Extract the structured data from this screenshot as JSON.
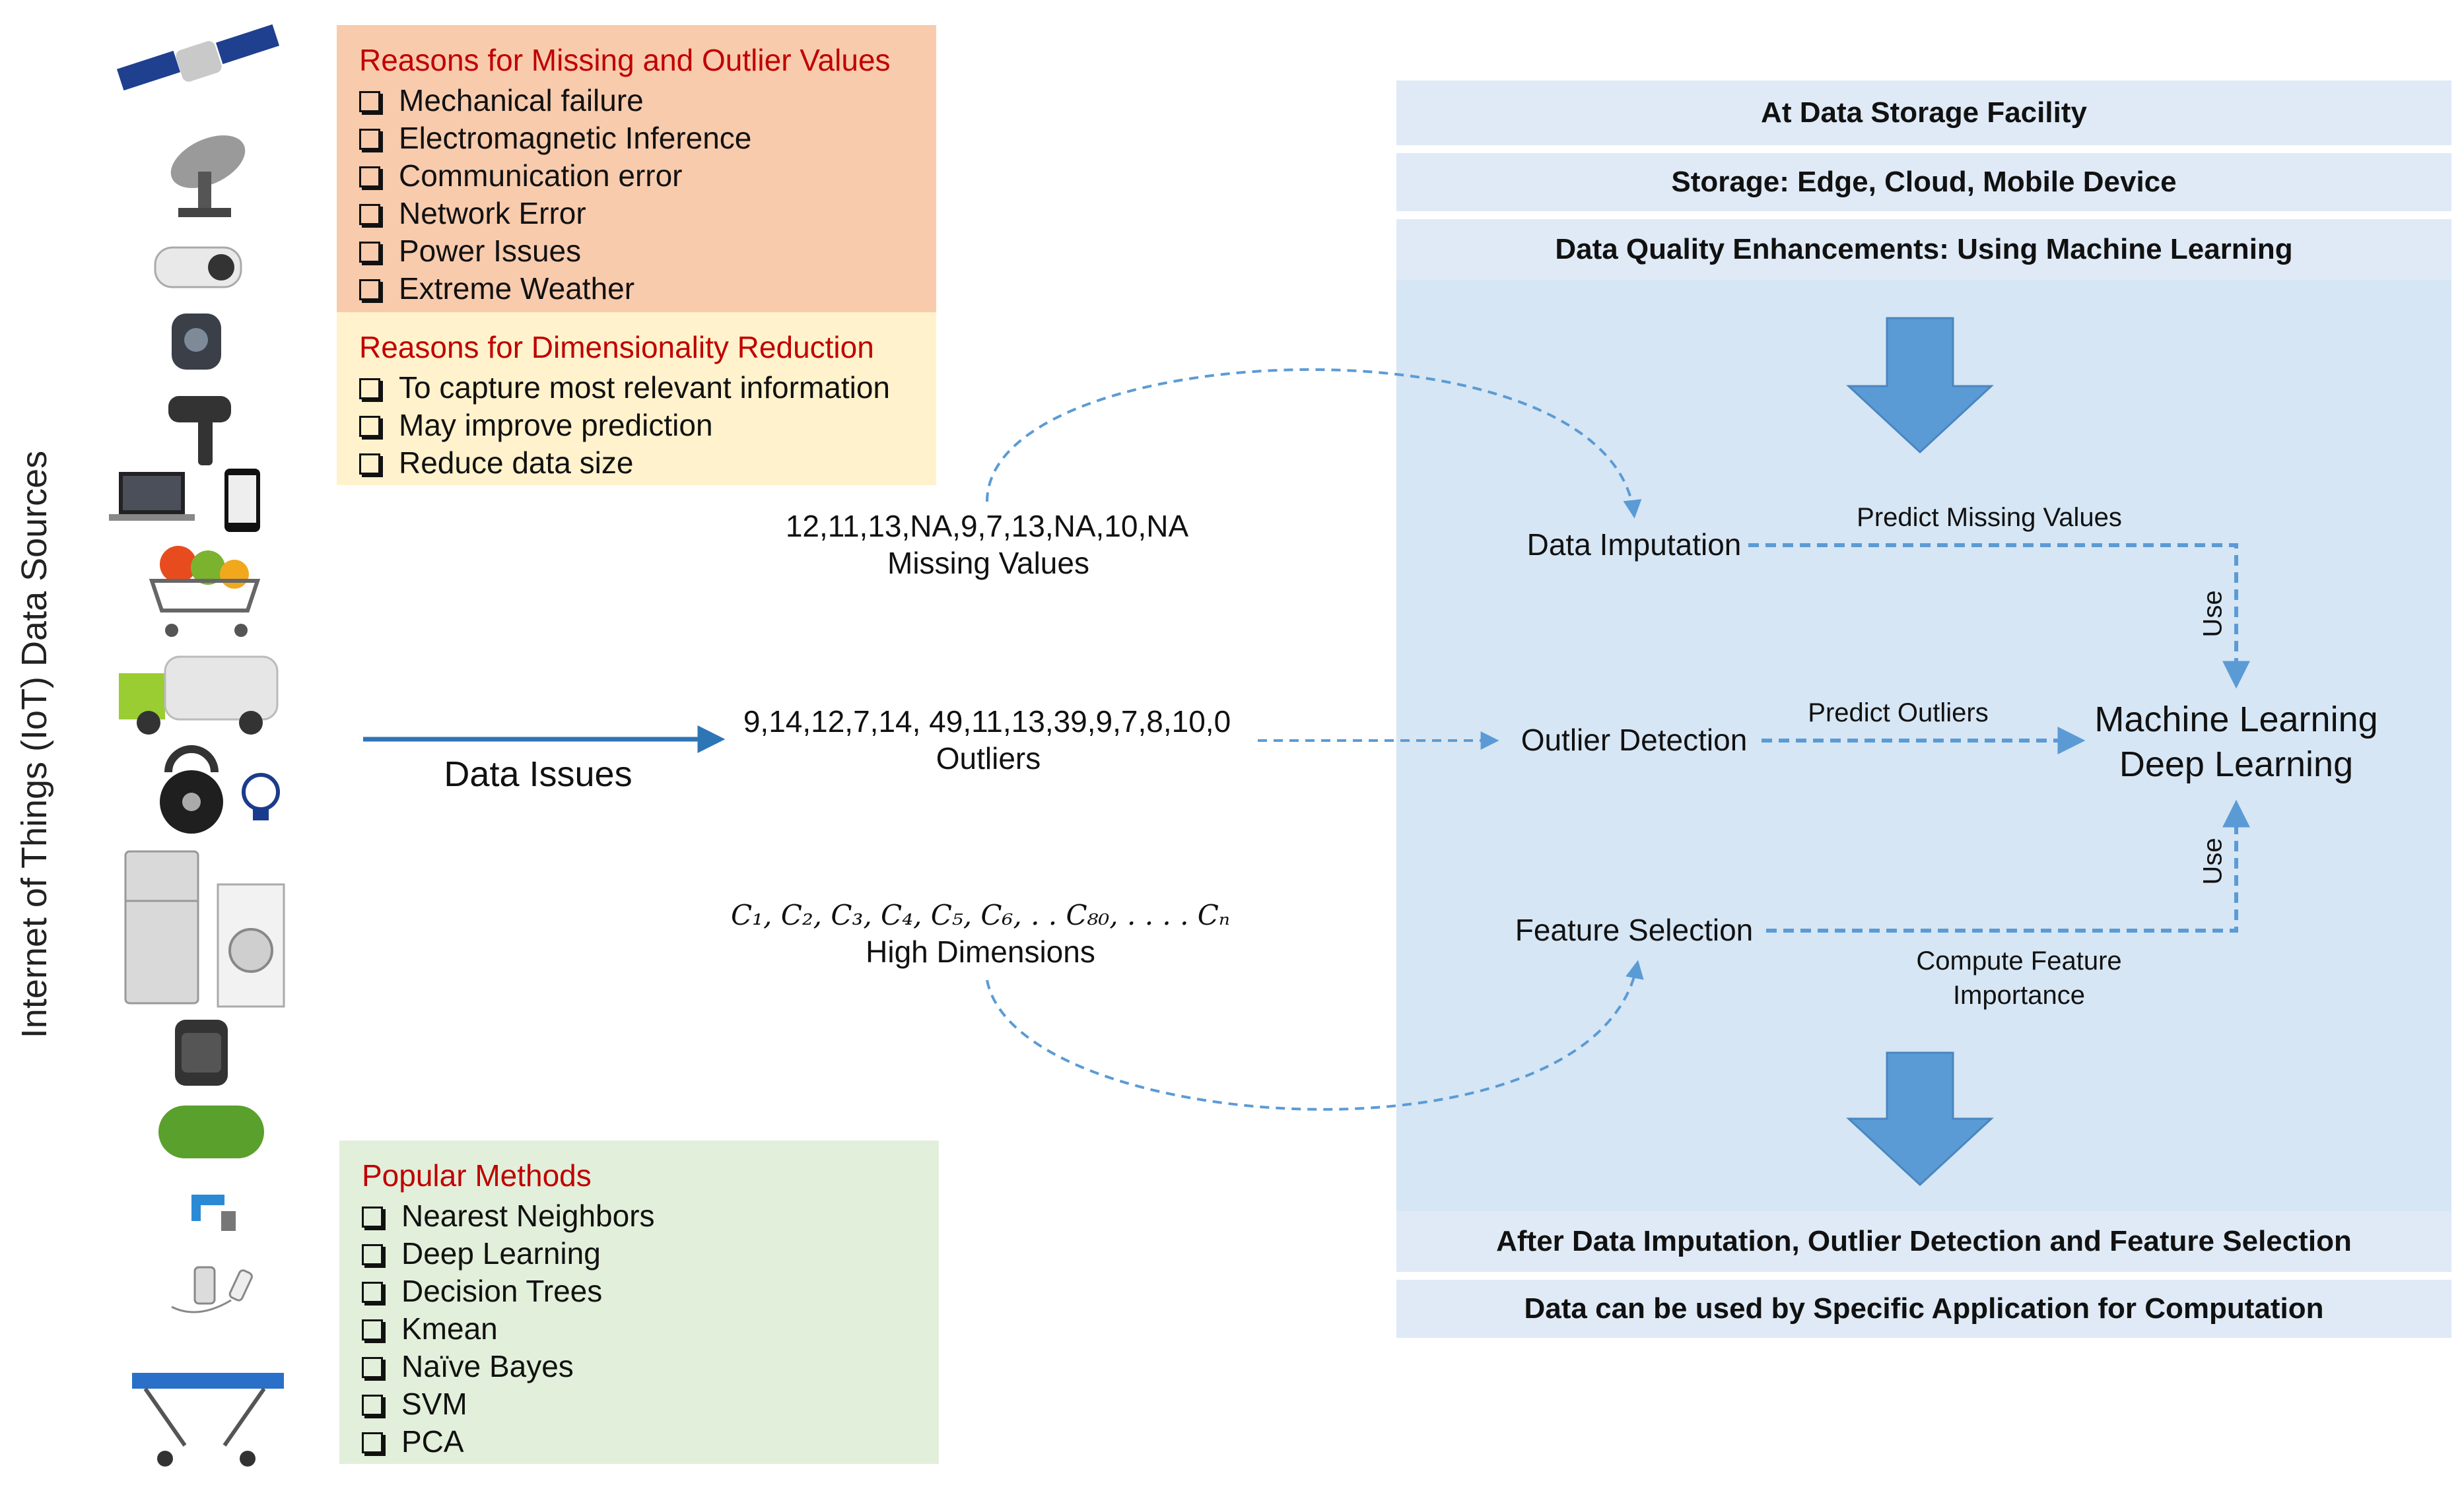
{
  "axis_label": "Internet of Things (IoT) Data Sources",
  "devices": [
    {
      "icon": "satellite-icon"
    },
    {
      "icon": "satellite-dish-icon"
    },
    {
      "icon": "security-camera-icon"
    },
    {
      "icon": "webcam-icon"
    },
    {
      "icon": "hair-dryer-icon"
    },
    {
      "icon": "laptop-icon"
    },
    {
      "icon": "smartphone-icon"
    },
    {
      "icon": "shopping-cart-icon"
    },
    {
      "icon": "truck-icon"
    },
    {
      "icon": "smart-lock-icon"
    },
    {
      "icon": "light-bulb-icon"
    },
    {
      "icon": "refrigerator-icon"
    },
    {
      "icon": "washing-machine-icon"
    },
    {
      "icon": "smartwatch-icon"
    },
    {
      "icon": "storage-tank-icon"
    },
    {
      "icon": "water-tap-icon"
    },
    {
      "icon": "medical-sensor-icon"
    },
    {
      "icon": "stretcher-icon"
    }
  ],
  "data_issues_label": "Data Issues",
  "boxes": {
    "reasons": {
      "title": "Reasons for Missing and Outlier Values",
      "items": [
        "Mechanical failure",
        "Electromagnetic Inference",
        "Communication error",
        "Network Error",
        "Power Issues",
        "Extreme Weather"
      ]
    },
    "dimensionality": {
      "title": "Reasons for Dimensionality Reduction",
      "items": [
        "To capture most relevant information",
        "May improve prediction",
        "Reduce data size"
      ]
    },
    "methods": {
      "title": "Popular Methods",
      "items": [
        "Nearest Neighbors",
        "Deep Learning",
        "Decision Trees",
        "Kmean",
        "Naïve Bayes",
        "SVM",
        "PCA"
      ]
    }
  },
  "issues": {
    "missing": {
      "values": "12,11,13,NA,9,7,13,NA,10,NA",
      "label": "Missing Values"
    },
    "outliers": {
      "values": "9,14,12,7,14, 49,11,13,39,9,7,8,10,0",
      "label": "Outliers"
    },
    "dimensions": {
      "values": "C₁, C₂, C₃, C₄, C₅, C₆, . . C₈₀, . . . . Cₙ",
      "label": "High Dimensions"
    }
  },
  "panel": {
    "headers": [
      "At Data Storage Facility",
      "Storage: Edge, Cloud, Mobile Device",
      "Data Quality Enhancements: Using Machine Learning"
    ],
    "footers": [
      "After Data Imputation, Outlier Detection and Feature Selection",
      "Data can be used by Specific Application for Computation"
    ],
    "nodes": {
      "imputation": "Data Imputation",
      "outlier": "Outlier Detection",
      "feature": "Feature Selection",
      "ml_line1": "Machine Learning",
      "ml_line2": "Deep Learning"
    },
    "edges": {
      "predict_missing": "Predict Missing Values",
      "predict_outliers": "Predict Outliers",
      "compute_importance_line1": "Compute Feature",
      "compute_importance_line2": "Importance",
      "use_top": "Use",
      "use_bottom": "Use"
    },
    "colors": {
      "panel": "#d6e6f4",
      "arrow": "#5b9bd5",
      "dashed": "#5b9bd5",
      "solid_arrow": "#2e75b6"
    }
  }
}
